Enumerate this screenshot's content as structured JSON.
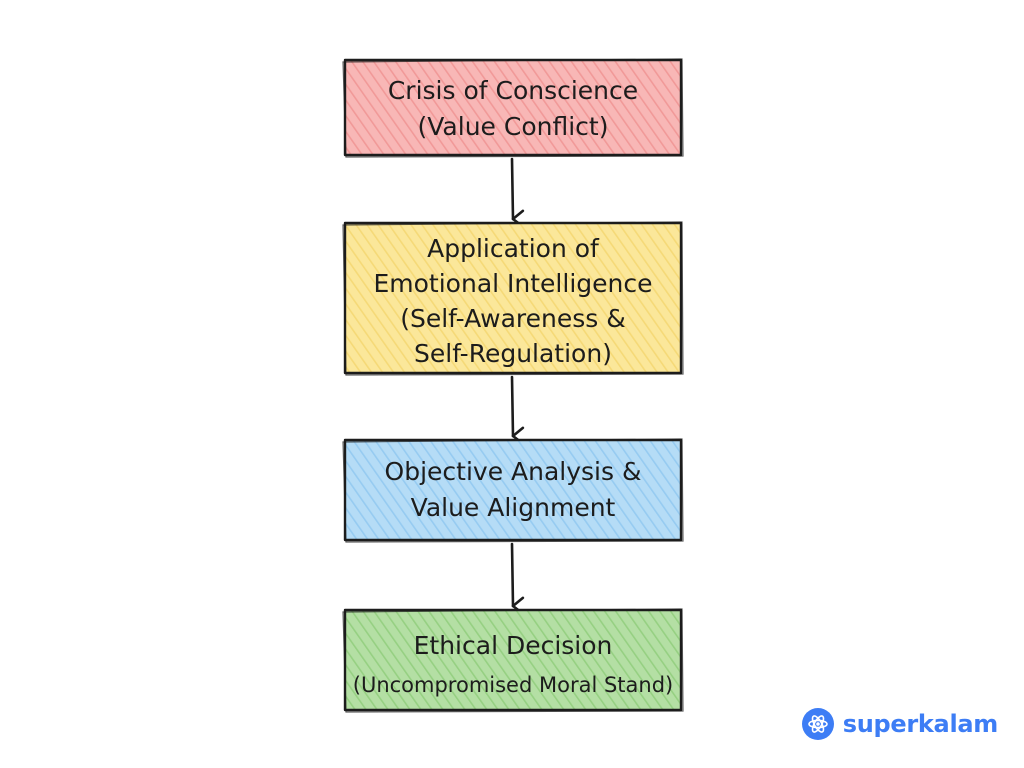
{
  "diagram": {
    "nodes": [
      {
        "id": "crisis",
        "lines": [
          "Crisis of Conscience",
          "(Value Conflict)"
        ],
        "fill": "#f8b7b6",
        "hatch": "#ef8e8d"
      },
      {
        "id": "emotional-intelligence",
        "lines": [
          "Application of",
          "Emotional Intelligence",
          "(Self-Awareness &",
          "Self-Regulation)"
        ],
        "fill": "#fbe79a",
        "hatch": "#f3d46a"
      },
      {
        "id": "objective-analysis",
        "lines": [
          "Objective Analysis &",
          "Value Alignment"
        ],
        "fill": "#b5dcf6",
        "hatch": "#8cc5ee"
      },
      {
        "id": "ethical-decision",
        "lines": [
          "Ethical Decision",
          "(Uncompromised Moral Stand)"
        ],
        "small_last_line": true,
        "fill": "#b4dfa4",
        "hatch": "#8ccb77"
      }
    ],
    "edges": [
      {
        "from": "crisis",
        "to": "emotional-intelligence"
      },
      {
        "from": "emotional-intelligence",
        "to": "objective-analysis"
      },
      {
        "from": "objective-analysis",
        "to": "ethical-decision"
      }
    ]
  },
  "brand": {
    "name": "superkalam",
    "icon": "atom-icon",
    "color": "#3d7df5"
  }
}
